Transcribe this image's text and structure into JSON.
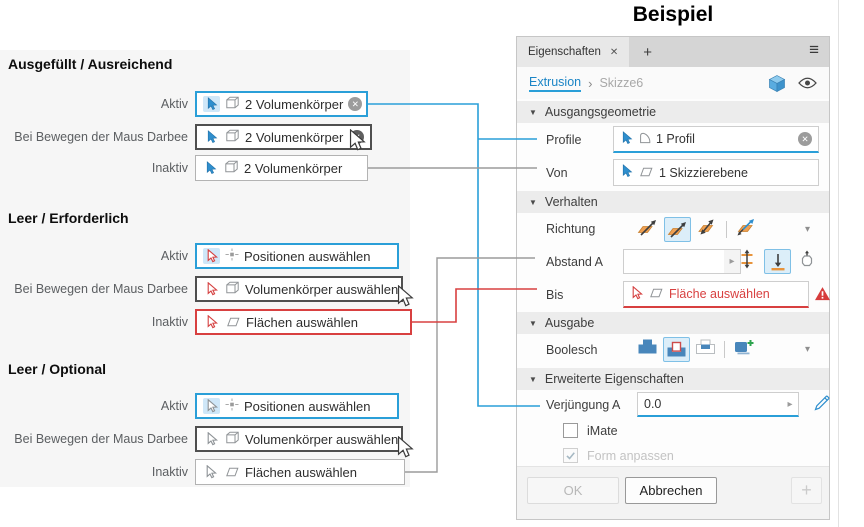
{
  "title": "Beispiel",
  "colors": {
    "accent_blue": "#2a9fd8",
    "link_blue": "#1b85c6",
    "error_red": "#d84040",
    "hover_border": "#4f4f4f",
    "inactive_border": "#b3b3b3",
    "orange": "#e8943c",
    "boolean_blue": "#4886bb",
    "connector_gray": "#9b9b9b"
  },
  "icons": {
    "close": "✕",
    "add_tab": "+",
    "menu": "≡",
    "caret": "▾",
    "expander": "▸",
    "clear": "✕",
    "breadcrumb_separator": "›",
    "section_collapse": "▼"
  },
  "legend": {
    "state_labels": {
      "active": "Aktiv",
      "hover": "Bei Bewegen der Maus Darbee",
      "inactive": "Inaktiv"
    },
    "sections": [
      {
        "title": "Ausgefüllt / Ausreichend",
        "field_text": "2 Volumenkörper"
      },
      {
        "title": "Leer / Erforderlich",
        "rows": {
          "active": "Positionen auswählen",
          "hover": "Volumenkörper auswählen",
          "inactive": "Flächen auswählen"
        }
      },
      {
        "title": "Leer / Optional",
        "rows": {
          "active": "Positionen auswählen",
          "hover": "Volumenkörper auswählen",
          "inactive": "Flächen auswählen"
        }
      }
    ]
  },
  "panel": {
    "tab": "Eigenschaften",
    "breadcrumb": {
      "feature": "Extrusion",
      "sketch": "Skizze6"
    },
    "sections": {
      "geometry": {
        "title": "Ausgangsgeometrie",
        "profile": {
          "label": "Profile",
          "value": "1 Profil"
        },
        "from": {
          "label": "Von",
          "value": "1 Skizzierebene"
        }
      },
      "behavior": {
        "title": "Verhalten",
        "direction_label": "Richtung",
        "distance": {
          "label": "Abstand A",
          "value": ""
        },
        "to": {
          "label": "Bis",
          "value": "Fläche auswählen"
        }
      },
      "output": {
        "title": "Ausgabe",
        "boolean_label": "Boolesch"
      },
      "advanced": {
        "title": "Erweiterte Eigenschaften",
        "taper": {
          "label": "Verjüngung A",
          "value": "0.0"
        },
        "imate_label": "iMate",
        "match_shape_label": "Form anpassen"
      }
    },
    "footer": {
      "ok": "OK",
      "cancel": "Abbrechen",
      "add": "+"
    }
  }
}
